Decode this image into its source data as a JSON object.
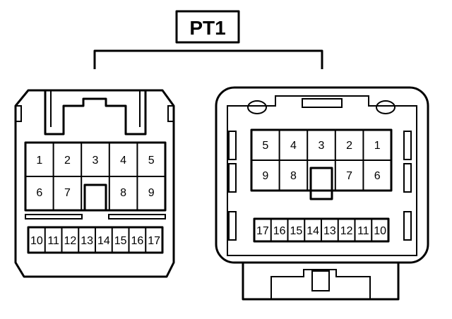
{
  "title": "PT1",
  "left_connector": {
    "top_row": [
      "1",
      "2",
      "3",
      "4",
      "5"
    ],
    "mid_row_left": [
      "6",
      "7"
    ],
    "mid_row_right": [
      "8",
      "9"
    ],
    "bottom_row": [
      "10",
      "11",
      "12",
      "13",
      "14",
      "15",
      "16",
      "17"
    ]
  },
  "right_connector": {
    "top_row": [
      "5",
      "4",
      "3",
      "2",
      "1"
    ],
    "mid_row_left": [
      "9",
      "8"
    ],
    "mid_row_right": [
      "7",
      "6"
    ],
    "bottom_row": [
      "17",
      "16",
      "15",
      "14",
      "13",
      "12",
      "11",
      "10"
    ]
  }
}
